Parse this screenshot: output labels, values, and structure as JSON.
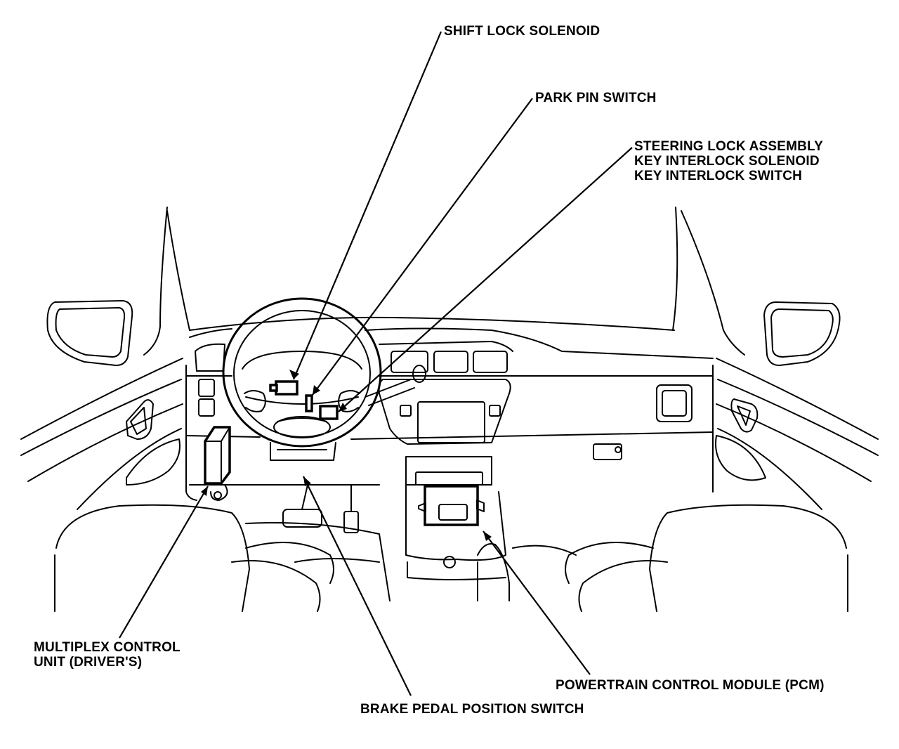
{
  "labels": {
    "shift_lock_solenoid": "SHIFT LOCK SOLENOID",
    "park_pin_switch": "PARK PIN SWITCH",
    "steering_lock_assembly": "STEERING LOCK ASSEMBLY",
    "key_interlock_solenoid": "KEY INTERLOCK SOLENOID",
    "key_interlock_switch": "KEY INTERLOCK SWITCH",
    "multiplex_control_unit_line1": "MULTIPLEX CONTROL",
    "multiplex_control_unit_line2": "UNIT (DRIVER'S)",
    "brake_pedal_position_switch": "BRAKE PEDAL POSITION SWITCH",
    "powertrain_control_module": "POWERTRAIN CONTROL MODULE (PCM)"
  }
}
